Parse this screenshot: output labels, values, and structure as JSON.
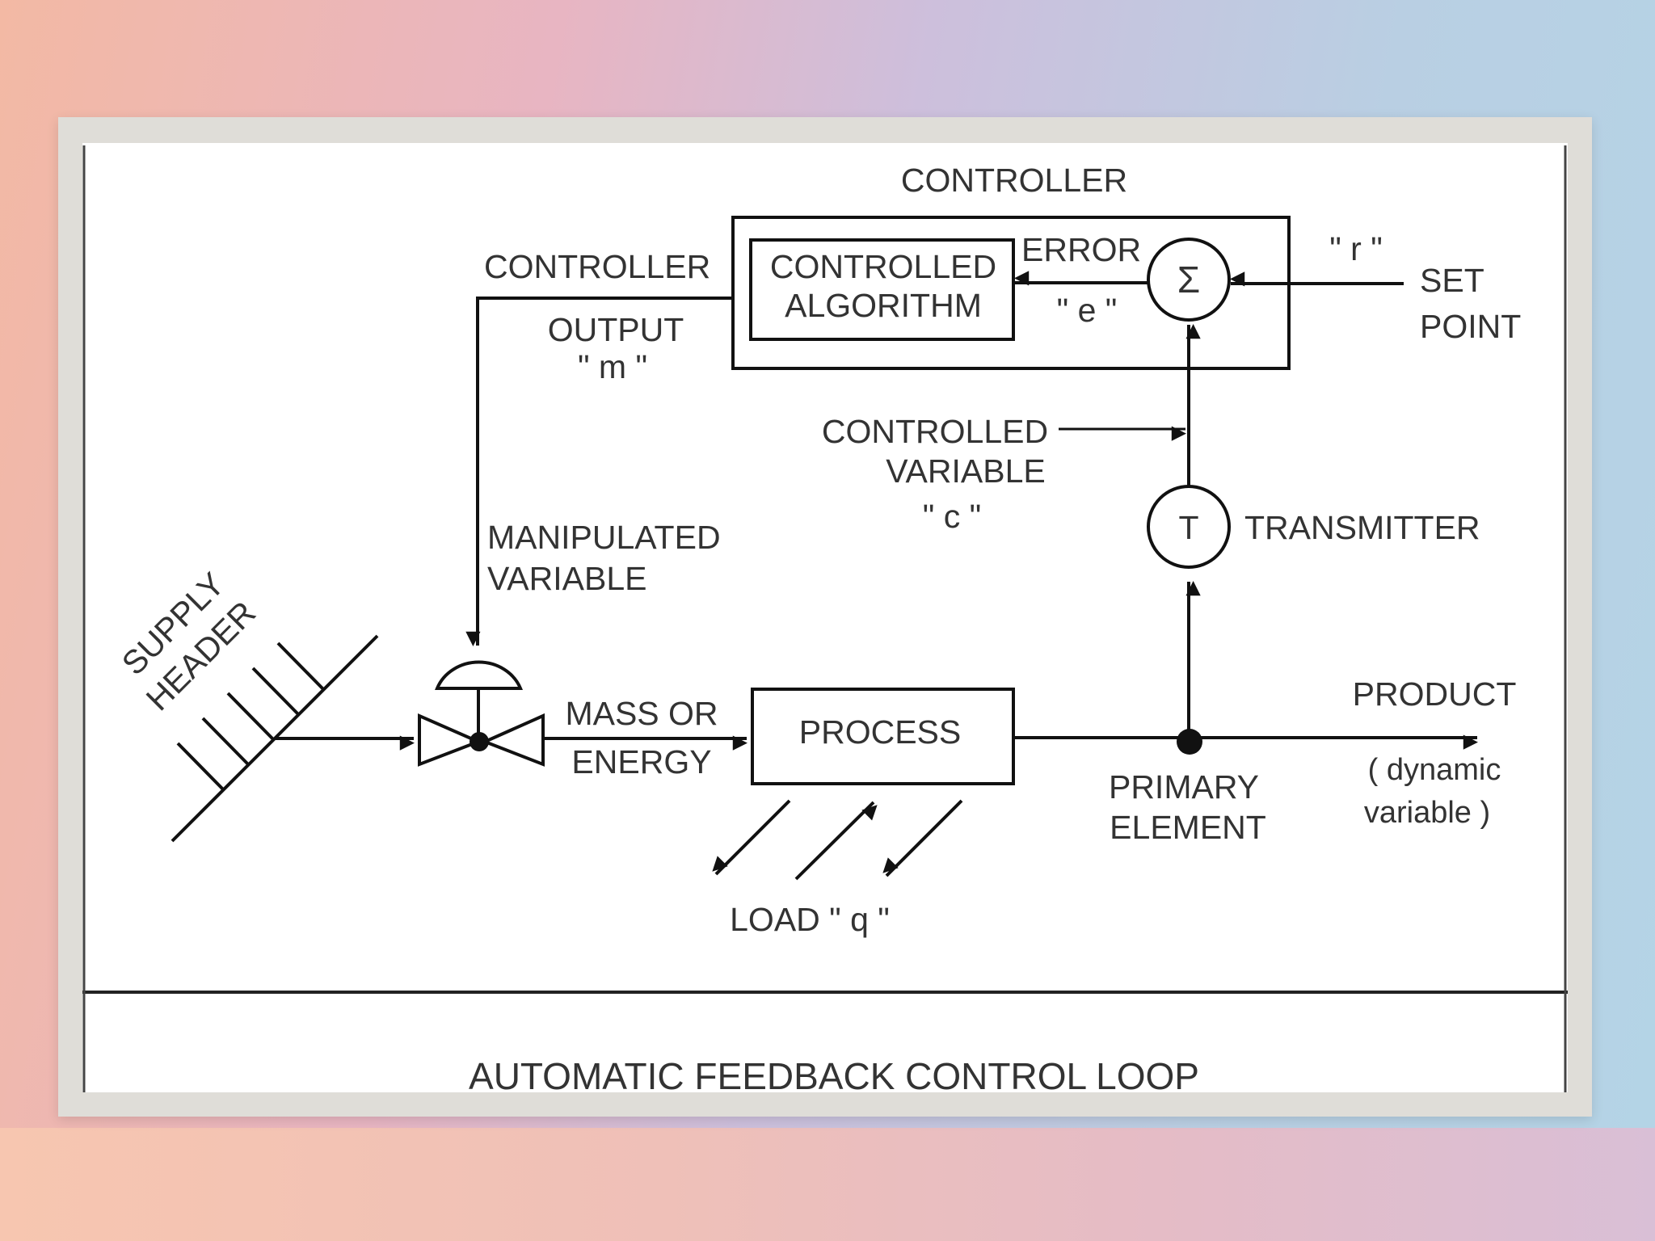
{
  "labels": {
    "controller_title": "CONTROLLER",
    "controlled_algorithm_l1": "CONTROLLED",
    "controlled_algorithm_l2": "ALGORITHM",
    "error": "ERROR",
    "e": "\" e \"",
    "r": "\" r \"",
    "set_point_l1": "SET",
    "set_point_l2": "POINT",
    "sigma": "Σ",
    "controller_output_l1": "CONTROLLER",
    "controller_output_l2": "OUTPUT",
    "controller_output_l3": "\" m \"",
    "controlled_variable_l1": "CONTROLLED",
    "controlled_variable_l2": "VARIABLE",
    "controlled_variable_l3": "\" c \"",
    "transmitter_symbol": "T",
    "transmitter": "TRANSMITTER",
    "manipulated_variable_l1": "MANIPULATED",
    "manipulated_variable_l2": "VARIABLE",
    "supply_header_l1": "SUPPLY",
    "supply_header_l2": "HEADER",
    "mass_energy_l1": "MASS OR",
    "mass_energy_l2": "ENERGY",
    "process": "PROCESS",
    "primary_element_l1": "PRIMARY",
    "primary_element_l2": "ELEMENT",
    "product": "PRODUCT",
    "dynamic_variable_l1": "( dynamic",
    "dynamic_variable_l2": "variable )",
    "load": "LOAD \" q \"",
    "caption": "AUTOMATIC FEEDBACK CONTROL LOOP"
  }
}
